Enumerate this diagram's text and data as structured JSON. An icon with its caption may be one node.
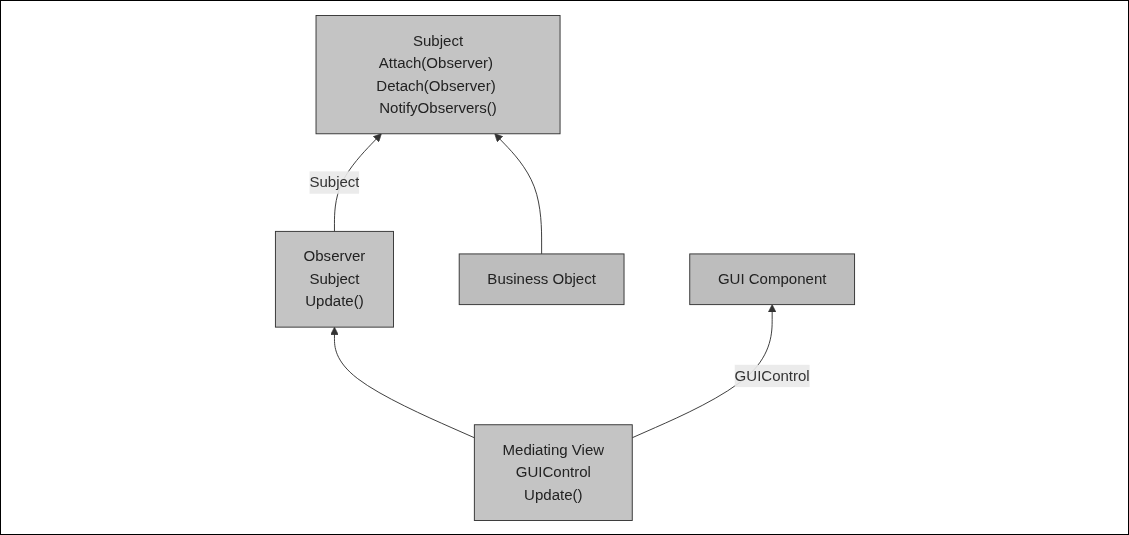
{
  "diagram": {
    "nodes": [
      {
        "text": [
          "Subject",
          "Attach(Observer) Detach(Observer) NotifyObservers()"
        ]
      },
      {
        "text": [
          "Observer",
          "Subject",
          "Update()"
        ]
      },
      {
        "text": [
          "Business Object"
        ]
      },
      {
        "text": [
          "Mediating View",
          "GUIControl",
          "Update()"
        ]
      },
      {
        "text": [
          "GUI Component"
        ]
      }
    ],
    "edges": [
      {
        "from": 1,
        "to": 0,
        "arrow": "to",
        "label": "Subject"
      },
      {
        "from": 2,
        "to": 0,
        "arrow": "to"
      },
      {
        "from": 3,
        "to": 1,
        "arrow": "to"
      },
      {
        "from": 3,
        "to": 4,
        "arrow": "to",
        "label": "GUIControl"
      }
    ]
  }
}
